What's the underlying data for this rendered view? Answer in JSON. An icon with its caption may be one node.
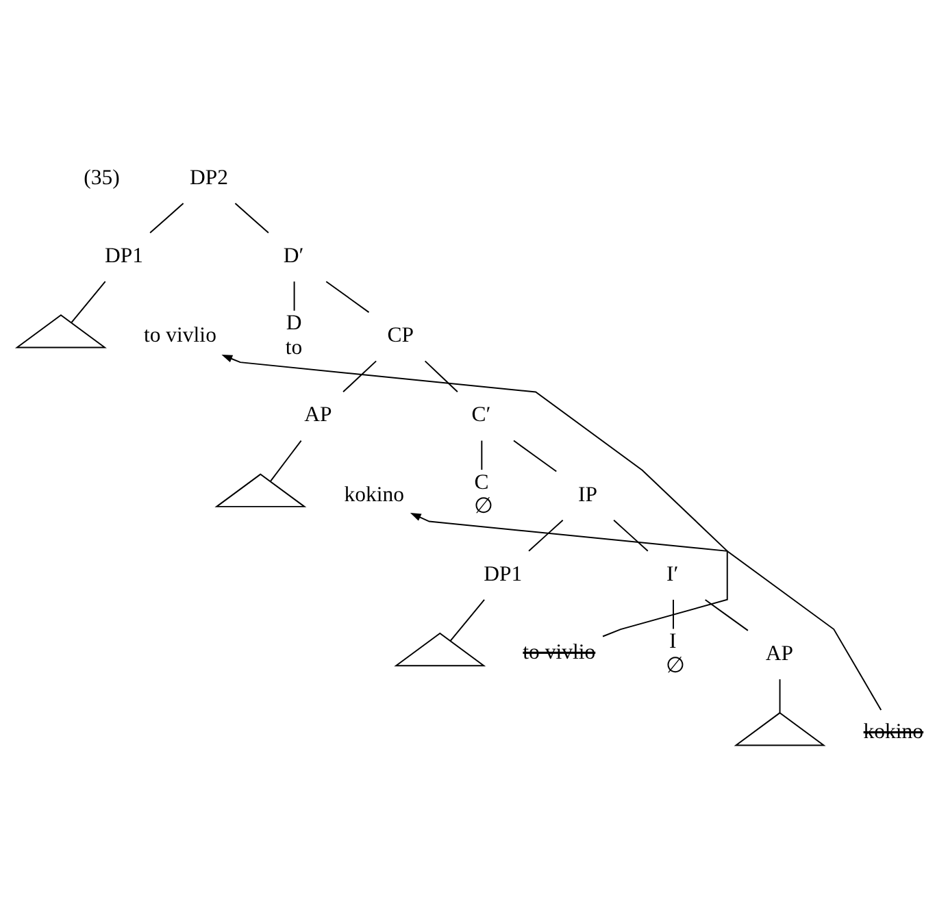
{
  "diagram": {
    "nodes": [
      {
        "text": [
          "DP2"
        ]
      },
      {
        "text": [
          "DP1"
        ]
      },
      {
        "text": [
          "D′"
        ]
      },
      {
        "text": [],
        "shape": "triangle"
      },
      {
        "text": [
          "to vivlio"
        ]
      },
      {
        "text": [
          "D",
          "to"
        ]
      },
      {
        "text": [
          "CP"
        ]
      },
      {
        "text": [
          "AP"
        ]
      },
      {
        "text": [
          "C′"
        ]
      },
      {
        "text": [],
        "shape": "triangle"
      },
      {
        "text": [
          "kokino"
        ]
      },
      {
        "text": [
          "C",
          "∅"
        ]
      },
      {
        "text": [
          "IP"
        ]
      },
      {
        "text": [
          "DP1"
        ]
      },
      {
        "text": [
          "I′"
        ]
      },
      {
        "text": [],
        "shape": "triangle"
      },
      {
        "text": [
          "to vivlio"
        ]
      },
      {
        "text": [
          "I",
          "∅"
        ]
      },
      {
        "text": [
          "AP"
        ]
      },
      {
        "text": [],
        "shape": "triangle"
      },
      {
        "text": [
          "kokino"
        ]
      }
    ],
    "edges": [
      {
        "from": 0,
        "to": 1,
        "arrow": "none"
      },
      {
        "from": 0,
        "to": 2,
        "arrow": "none"
      },
      {
        "from": 1,
        "to": 3,
        "arrow": "none"
      },
      {
        "from": 2,
        "to": 5,
        "arrow": "none"
      },
      {
        "from": 2,
        "to": 6,
        "arrow": "none"
      },
      {
        "from": 6,
        "to": 7,
        "arrow": "none"
      },
      {
        "from": 6,
        "to": 8,
        "arrow": "none"
      },
      {
        "from": 7,
        "to": 9,
        "arrow": "none"
      },
      {
        "from": 8,
        "to": 11,
        "arrow": "none"
      },
      {
        "from": 8,
        "to": 12,
        "arrow": "none"
      },
      {
        "from": 12,
        "to": 13,
        "arrow": "none"
      },
      {
        "from": 12,
        "to": 14,
        "arrow": "none"
      },
      {
        "from": 13,
        "to": 15,
        "arrow": "none"
      },
      {
        "from": 14,
        "to": 17,
        "arrow": "none"
      },
      {
        "from": 14,
        "to": 18,
        "arrow": "none"
      },
      {
        "from": 18,
        "to": 19,
        "arrow": "none"
      },
      {
        "from": 16,
        "to": 4,
        "arrow": "to"
      },
      {
        "from": 20,
        "to": 10,
        "arrow": "to"
      }
    ],
    "labels": [
      "(35)"
    ]
  }
}
